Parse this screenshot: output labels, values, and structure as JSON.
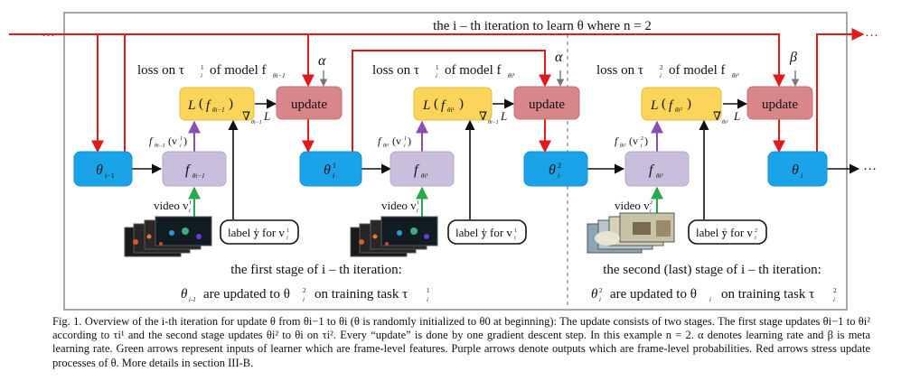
{
  "top_label": "the i – th iteration to learn θ where n = 2",
  "nodes": {
    "theta_prev": "θ",
    "theta_prev_sub": "i−1",
    "theta_1": "θ",
    "theta_1_sup": "1",
    "theta_1_sub": "i",
    "theta_2": "θ",
    "theta_2_sup": "2",
    "theta_2_sub": "i",
    "theta_i": "θ",
    "theta_i_sub": "i",
    "learner": "f",
    "update_label": "update",
    "loss_symbol": "L"
  },
  "stage1_loss_label": "loss on τ",
  "stage1_loss_label2": "of model f",
  "stage2_loss_label": "loss on τ",
  "stage2_loss_label2": "of model f",
  "alpha": "α",
  "beta": "β",
  "grad": "∇",
  "video_label": "video v",
  "label_box": "label y",
  "label_box_for": "for v",
  "stage1_title": "the first stage of i – th iteration:",
  "stage1_desc_pre": "θ",
  "stage1_desc_mid": "are updated to θ",
  "stage1_desc_end": "on training task τ",
  "stage2_title": "the second (last) stage of i – th iteration:",
  "stage2_desc_pre": "θ",
  "stage2_desc_mid": "are updated to θ",
  "stage2_desc_end": "on training task τ",
  "caption": "Fig. 1.  Overview of the i-th iteration for update θ from θi−1 to θi (θ is randomly initialized to θ0 at beginning): The update consists of two stages. The first stage updates θi−1 to θi² according to τi¹ and the second stage updates θi² to θi on τi². Every “update” is done by one gradient descent step. In this example n = 2. α denotes learning rate and β is meta learning rate. Green arrows represent inputs of learner which are frame-level features. Purple arrows denote outputs which are frame-level probabilities. Red arrows stress update processes of θ. More details in section III-B.",
  "colors": {
    "theta_node": "#1aa3e8",
    "learner_node": "#c9bfdc",
    "loss_node": "#fbd55a",
    "update_node": "#d9868a",
    "red_arrow": "#e31a1a",
    "green_arrow": "#2aa84a",
    "purple_arrow": "#8a4fb5"
  }
}
